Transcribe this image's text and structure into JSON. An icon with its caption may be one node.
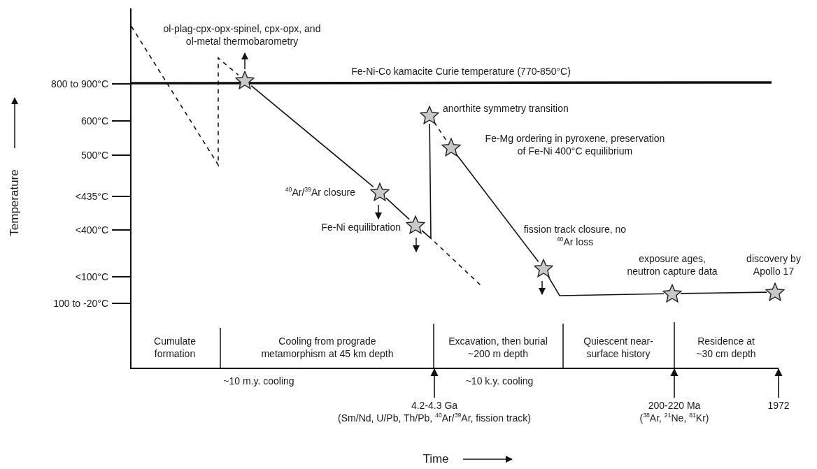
{
  "diagram": {
    "nodes": [
      {
        "text": [],
        "shape": "star",
        "beside": [
          "ol-plag-cpx-opx-spinel, cpx-opx, and ol-metal thermobarometry"
        ]
      },
      {
        "text": [],
        "shape": "star",
        "beside": [
          "$^{40}$Ar/$^{39}$Ar closure"
        ]
      },
      {
        "text": [],
        "shape": "star",
        "beside": [
          "Fe-Ni equilibration"
        ]
      },
      {
        "text": [],
        "shape": "star",
        "beside": [
          "anorthite symmetry transition"
        ]
      },
      {
        "text": [],
        "shape": "star",
        "beside": [
          "Fe-Mg ordering in pyroxene, preservation of Fe-Ni 400°C equilibrium"
        ]
      },
      {
        "text": [],
        "shape": "star",
        "beside": [
          "fission track closure, no $^{40}$Ar loss"
        ]
      },
      {
        "text": [],
        "shape": "star",
        "beside": [
          "exposure ages, neutron capture data"
        ]
      },
      {
        "text": [],
        "shape": "star",
        "beside": [
          "discovery by Apollo 17"
        ]
      },
      {
        "text": [
          "4.2-4.3 Ga",
          "(Sm/Nd, U/Pb, Th/Pb, $^{40}$Ar/$^{39}$Ar, fission track)"
        ]
      },
      {
        "text": [
          "200-220 Ma",
          "($^{38}$Ar, $^{21}$Ne, $^{81}$Kr)"
        ]
      },
      {
        "text": [
          "1972"
        ]
      }
    ],
    "edges": [
      {
        "from": 0,
        "to": 1,
        "arrow": "none"
      },
      {
        "from": 1,
        "to": 2,
        "arrow": "none"
      },
      {
        "from": 2,
        "to": 3,
        "arrow": "none"
      },
      {
        "from": 3,
        "to": 4,
        "arrow": "none",
        "style": "dashed"
      },
      {
        "from": 4,
        "to": 5,
        "arrow": "none"
      },
      {
        "from": 5,
        "to": 6,
        "arrow": "none"
      },
      {
        "from": 6,
        "to": 7,
        "arrow": "none"
      },
      {
        "from": 8,
        "to": null,
        "arrow": "to"
      },
      {
        "from": 9,
        "to": null,
        "arrow": "to"
      },
      {
        "from": 10,
        "to": null,
        "arrow": "to"
      },
      {
        "from": null,
        "to": 0,
        "arrow": "none",
        "style": "dashed"
      },
      {
        "from": 2,
        "to": null,
        "arrow": "none",
        "style": "dashed"
      }
    ],
    "labels": [
      "800 to 900°C",
      "600°C",
      "500°C",
      "<435°C",
      "<400°C",
      "<100°C",
      "100 to -20°C",
      "Fe-Ni-Co kamacite Curie temperature (770-850°C)",
      "Temperature",
      "Cumulate formation",
      "Cooling from prograde metamorphism at 45 km depth",
      "Excavation, then burial ~200 m depth",
      "Quiescent near-surface history",
      "Residence at ~30 cm depth",
      "~10 m.y. cooling",
      "~10 k.y. cooling",
      "Time"
    ]
  }
}
